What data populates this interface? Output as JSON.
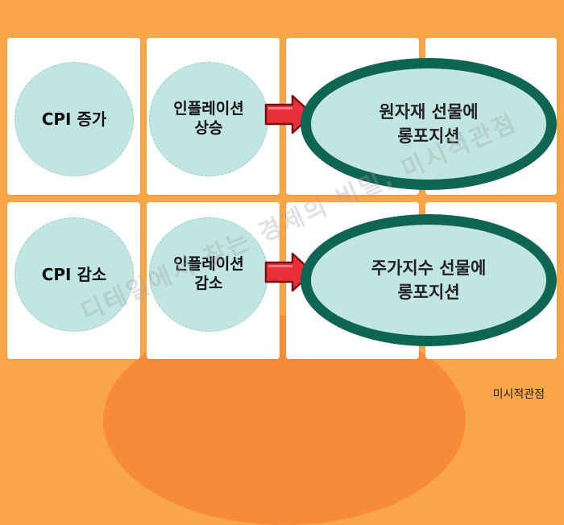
{
  "rows": [
    {
      "indicator": "CPI 증가",
      "effect_lines": [
        "인플레이션",
        "상승"
      ],
      "strategy_lines": "원자재 선물에\n롱포지션"
    },
    {
      "indicator": "CPI 감소",
      "effect_lines": [
        "인플레이션",
        "감소"
      ],
      "strategy_lines": "주가지수 선물에\n롱포지션"
    }
  ],
  "watermark": "디테일에서 찾는 경제의 비밀, 미시적관점",
  "footer_label": "미시적관점",
  "colors": {
    "background": "#f8a647",
    "circle_fill": "#c0e5e2",
    "ellipse_border": "#0f6553",
    "arrow_fill": "#e8303a"
  }
}
